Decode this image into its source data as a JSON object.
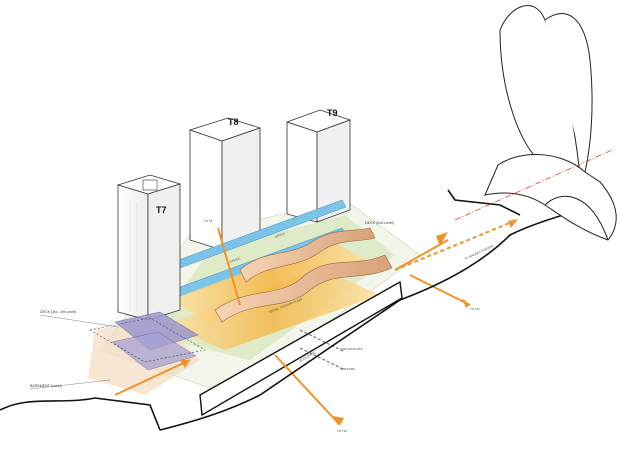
{
  "towers": {
    "t7": "T7",
    "t8": "T8",
    "t9": "T9"
  },
  "annotations": {
    "deck_3rd_level": "DECK (3rd - 5m Level)",
    "deck_2nd_level": "DECK (2nd Level)",
    "basement_level": "BASEMENT (Level)",
    "office_bar_1": "OFFICE",
    "office_bar_2": "OFFICE",
    "podium_label": "RETAIL / PODIUM PLAZA",
    "link_north": "TO T6",
    "link_east": "TO T11",
    "link_south": "TO T10",
    "railway_label": "TO RAILWAY STATION",
    "road_label": "BOULEVARD",
    "arrow_label_1": "CAR DROP-OFF",
    "arrow_label_2": "CAR PARK"
  },
  "colors": {
    "orange": "#f0922b",
    "blue": "#5fb2e0",
    "yellow": "#f6c86a",
    "purple": "#8c87c4",
    "green": "#cfe3b3",
    "bridge": "#e8b88f",
    "red_axis": "#d9472b"
  }
}
